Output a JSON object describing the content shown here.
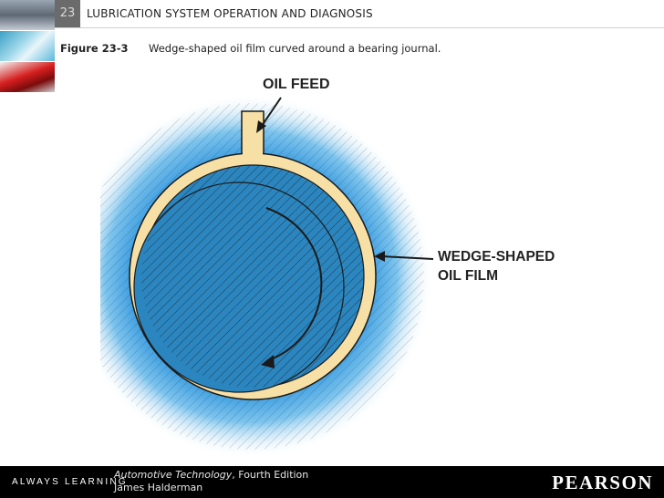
{
  "header": {
    "chapter_number": "23",
    "title": "LUBRICATION SYSTEM OPERATION AND DIAGNOSIS"
  },
  "figure": {
    "label": "Figure 23-3",
    "caption": "Wedge-shaped oil film curved around a bearing journal."
  },
  "diagram": {
    "labels": {
      "oil_feed": "OIL FEED",
      "wedge_line1": "WEDGE-SHAPED",
      "wedge_line2": "OIL FILM"
    },
    "colors": {
      "journal": "#2b86c0",
      "oil_glow": "#3fa7e6",
      "bearing_shell": "#f7e0a6",
      "outline": "#1a1a1a"
    }
  },
  "footer": {
    "brand_tagline": "ALWAYS LEARNING",
    "book_title": "Automotive Technology",
    "book_edition": ", Fourth Edition",
    "author": "James Halderman",
    "publisher": "PEARSON"
  }
}
